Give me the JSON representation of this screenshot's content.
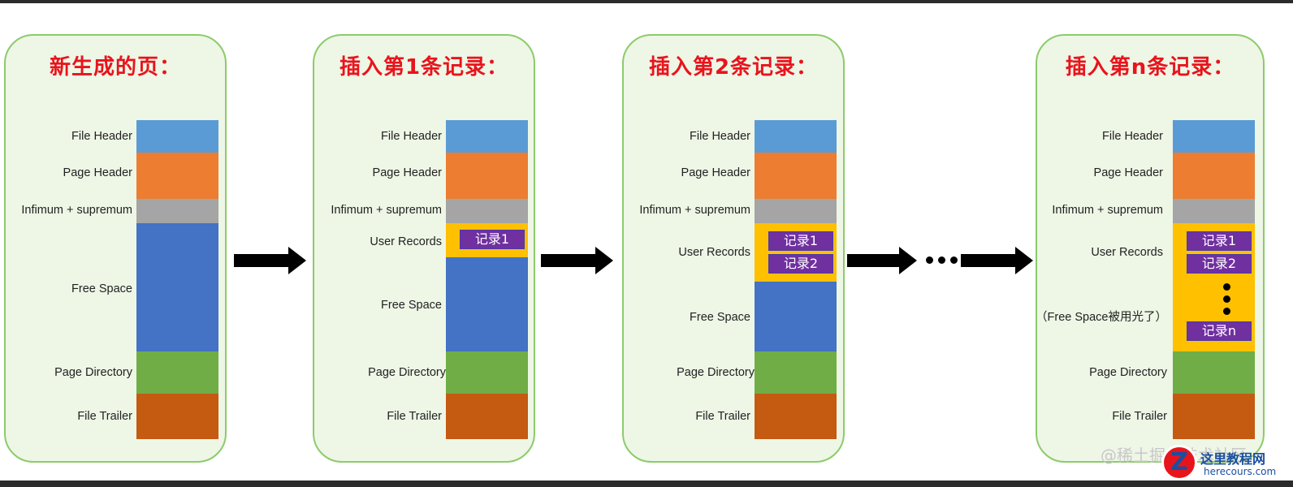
{
  "panels": [
    {
      "title": "新生成的页：",
      "labels": {
        "file_header": "File Header",
        "page_header": "Page Header",
        "infimum": "Infimum + supremum",
        "free_space": "Free Space",
        "page_directory": "Page Directory",
        "file_trailer": "File Trailer"
      }
    },
    {
      "title": "插入第1条记录：",
      "labels": {
        "file_header": "File Header",
        "page_header": "Page Header",
        "infimum": "Infimum + supremum",
        "user_records": "User Records",
        "free_space": "Free Space",
        "page_directory": "Page Directory",
        "file_trailer": "File Trailer"
      },
      "records": [
        "记录1"
      ]
    },
    {
      "title": "插入第2条记录：",
      "labels": {
        "file_header": "File Header",
        "page_header": "Page Header",
        "infimum": "Infimum + supremum",
        "user_records": "User Records",
        "free_space": "Free Space",
        "page_directory": "Page Directory",
        "file_trailer": "File Trailer"
      },
      "records": [
        "记录1",
        "记录2"
      ]
    },
    {
      "title": "插入第n条记录：",
      "labels": {
        "file_header": "File Header",
        "page_header": "Page Header",
        "infimum": "Infimum + supremum",
        "user_records": "User Records",
        "free_space_used": "（Free Space被用光了）",
        "page_directory": "Page Directory",
        "file_trailer": "File Trailer"
      },
      "records": [
        "记录1",
        "记录2",
        "记录n"
      ]
    }
  ],
  "colors": {
    "file_header": "#5b9bd5",
    "page_header": "#ed7d31",
    "infimum": "#a5a5a5",
    "free_space": "#4472c4",
    "user_records": "#ffc000",
    "page_directory": "#70ad47",
    "file_trailer": "#c55a11",
    "record": "#7030a0",
    "title": "#e8141c",
    "panel_bg": "#eef6e6",
    "panel_border": "#8ccb6a"
  },
  "watermark": "@稀土掘金技术社区",
  "logo": {
    "icon": "z-logo-icon",
    "name": "这里教程网",
    "url_text": "herecours.com"
  }
}
